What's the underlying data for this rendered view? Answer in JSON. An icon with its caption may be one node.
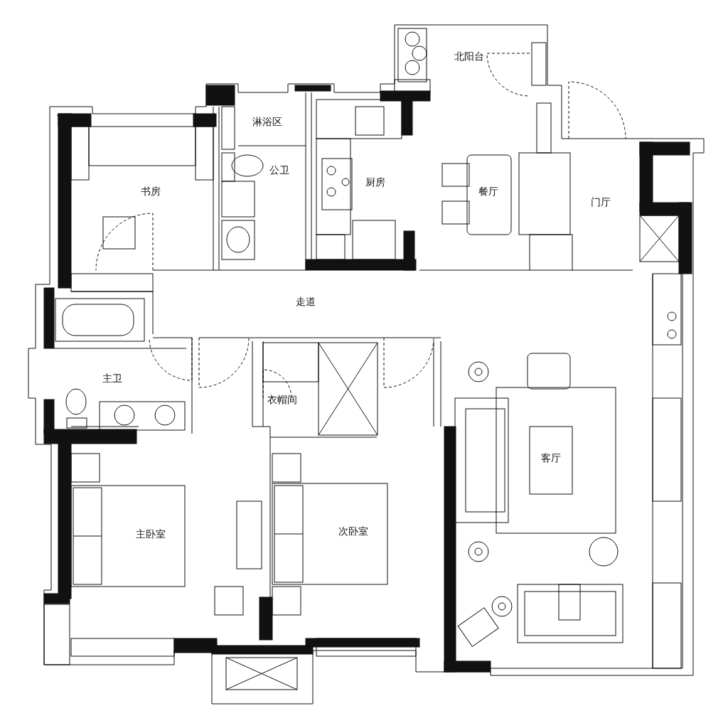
{
  "diagram": {
    "labels": [
      "北阳台",
      "淋浴区",
      "公卫",
      "厨房",
      "餐厅",
      "书房",
      "门厅",
      "走道",
      "主卫",
      "衣帽间",
      "客厅",
      "主卧室",
      "次卧室"
    ]
  }
}
